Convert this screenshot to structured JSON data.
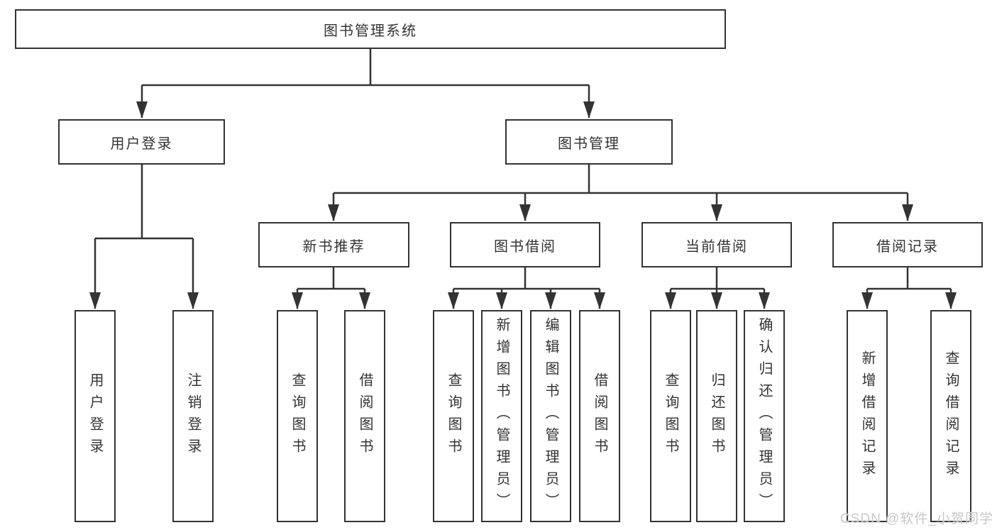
{
  "diagram": {
    "type": "tree",
    "title": "图书管理系统",
    "watermark": "CSDN @软件_小贺同学",
    "colors": {
      "line": "#333333",
      "text": "#333333",
      "box_fill": "#ffffff",
      "box_border": "#333333",
      "watermark": "#c8c8c8",
      "background": "#ffffff"
    },
    "nodes": {
      "root": {
        "label": "图书管理系统",
        "children": [
          "user_login",
          "book_mgmt"
        ]
      },
      "user_login": {
        "label": "用户登录",
        "children": [
          "user_login_action",
          "logout"
        ]
      },
      "book_mgmt": {
        "label": "图书管理",
        "children": [
          "new_book_rec",
          "book_borrow",
          "current_borrow",
          "borrow_records"
        ]
      },
      "user_login_action": {
        "label": "用户登录",
        "children": []
      },
      "logout": {
        "label": "注销登录",
        "children": []
      },
      "new_book_rec": {
        "label": "新书推荐",
        "children": [
          "rec_query_books",
          "rec_borrow_books"
        ]
      },
      "rec_query_books": {
        "label": "查询图书",
        "children": []
      },
      "rec_borrow_books": {
        "label": "借阅图书",
        "children": []
      },
      "book_borrow": {
        "label": "图书借阅",
        "children": [
          "bb_query_books",
          "bb_add_books",
          "bb_edit_books",
          "bb_borrow_books"
        ]
      },
      "bb_query_books": {
        "label": "查询图书",
        "children": []
      },
      "bb_add_books": {
        "label": "新增图书（管理员）",
        "children": []
      },
      "bb_edit_books": {
        "label": "编辑图书（管理员）",
        "children": []
      },
      "bb_borrow_books": {
        "label": "借阅图书",
        "children": []
      },
      "current_borrow": {
        "label": "当前借阅",
        "children": [
          "cb_query_books",
          "cb_return_books",
          "cb_confirm_return"
        ]
      },
      "cb_query_books": {
        "label": "查询图书",
        "children": []
      },
      "cb_return_books": {
        "label": "归还图书",
        "children": []
      },
      "cb_confirm_return": {
        "label": "确认归还（管理员）",
        "children": []
      },
      "borrow_records": {
        "label": "借阅记录",
        "children": [
          "br_add_record",
          "br_query_record"
        ]
      },
      "br_add_record": {
        "label": "新增借阅记录",
        "children": []
      },
      "br_query_record": {
        "label": "查询借阅记录",
        "children": []
      }
    }
  }
}
